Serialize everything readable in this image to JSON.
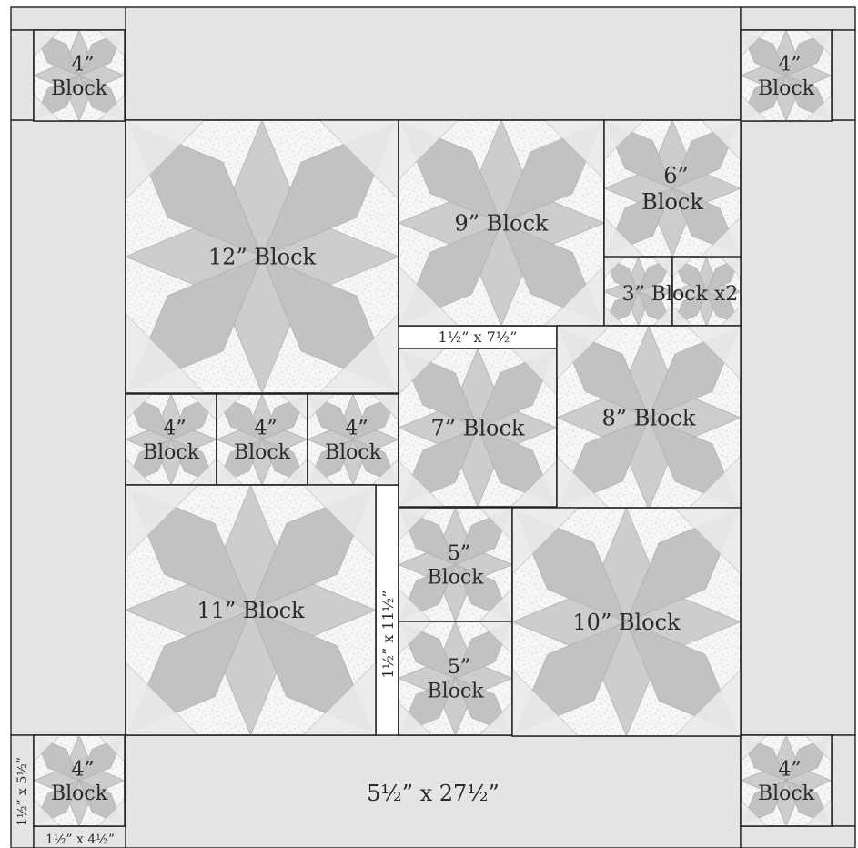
{
  "colors": {
    "border": "#e4e4e6",
    "light": "#f6f6f6",
    "mid": "#cdcdcd",
    "dark": "#c2c2c2",
    "speckle": "#9a9a9a",
    "line": "#222222"
  },
  "blocks": [
    {
      "id": "corner-top-left",
      "size": "4”",
      "word": "Block"
    },
    {
      "id": "corner-top-right",
      "size": "4”",
      "word": "Block"
    },
    {
      "id": "corner-bottom-left",
      "size": "4”",
      "word": "Block"
    },
    {
      "id": "corner-bottom-right",
      "size": "4”",
      "word": "Block"
    },
    {
      "id": "block-12",
      "label": "12” Block"
    },
    {
      "id": "block-9",
      "label": "9” Block"
    },
    {
      "id": "block-6",
      "size": "6”",
      "word": "Block"
    },
    {
      "id": "block-3a",
      "label": "3” Bl"
    },
    {
      "id": "block-3b",
      "label": "ock x2"
    },
    {
      "id": "block-4a",
      "size": "4”",
      "word": "Block"
    },
    {
      "id": "block-4b",
      "size": "4”",
      "word": "Block"
    },
    {
      "id": "block-4c",
      "size": "4”",
      "word": "Block"
    },
    {
      "id": "block-7",
      "label": "7” Block"
    },
    {
      "id": "block-8",
      "label": "8” Block"
    },
    {
      "id": "block-11",
      "label": "11” Block"
    },
    {
      "id": "block-5a",
      "size": "5”",
      "word": "Block"
    },
    {
      "id": "block-5b",
      "size": "5”",
      "word": "Block"
    },
    {
      "id": "block-10",
      "label": "10” Block"
    }
  ],
  "strips": {
    "horizontal": "1½” x 7½”",
    "vertical": "1½” x 11½”",
    "bottom_border": "5½” x 27½”",
    "corner_side": "1½” x 5½”",
    "corner_bottom": "1½” x 4½”"
  }
}
